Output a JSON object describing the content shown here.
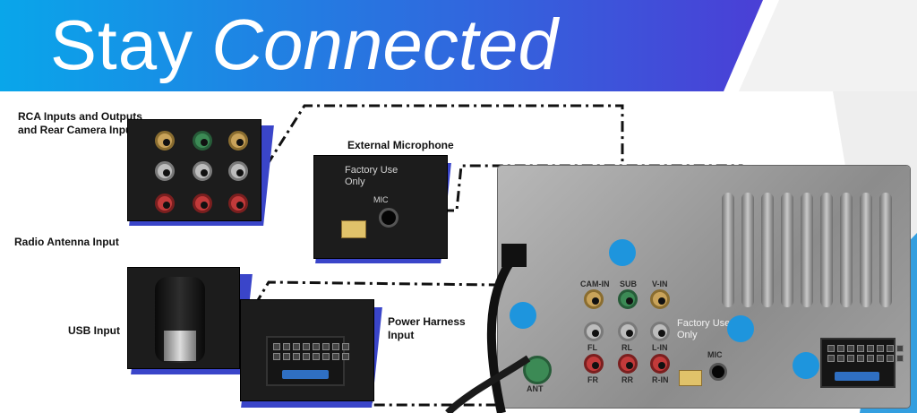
{
  "banner": {
    "title_word1": "Stay",
    "title_word2": "Connected",
    "gradient_start": "#0aa4e8",
    "gradient_end": "#4a3fd6"
  },
  "labels": {
    "rca": "RCA Inputs and Outputs and Rear Camera Input",
    "mic": "External Microphone",
    "antenna": "Radio Antenna Input",
    "usb": "USB Input",
    "power": "Power Harness Input"
  },
  "unit_markings": {
    "cam_in": "CAM-IN",
    "sub": "SUB",
    "v_in": "V-IN",
    "fl": "FL",
    "rl": "RL",
    "l_in": "L-IN",
    "fr": "FR",
    "rr": "RR",
    "r_in": "R-IN",
    "factory_use": "Factory Use Only",
    "mic": "MIC",
    "ant": "ANT"
  },
  "colors": {
    "accent_dot": "#1e95dd",
    "callout_shadow": "#3a45c9"
  }
}
